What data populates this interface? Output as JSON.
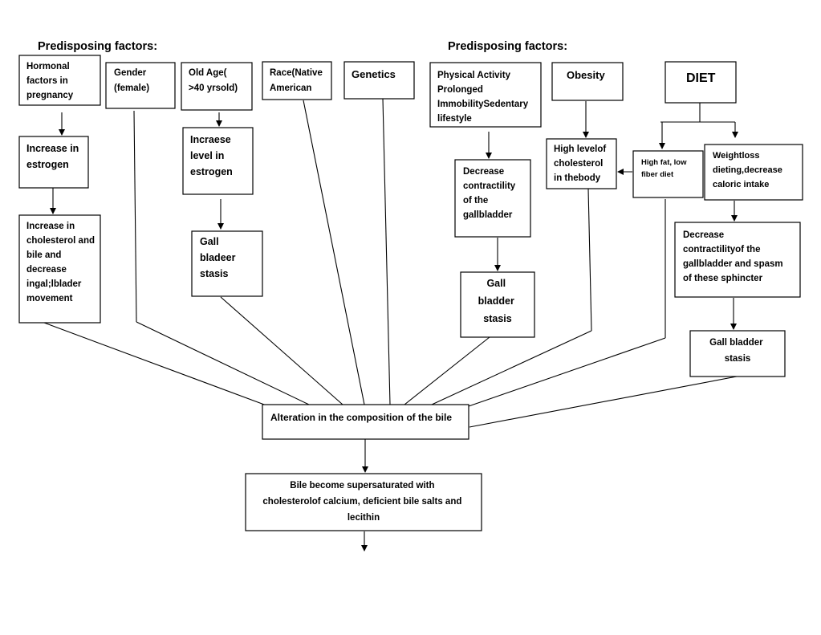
{
  "diagram": {
    "headings": {
      "left": "Predisposing factors:",
      "right": "Predisposing factors:"
    },
    "nodes": {
      "hormonal": [
        "Hormonal",
        "factors in",
        "pregnancy"
      ],
      "gender": [
        "Gender",
        "(female)"
      ],
      "old_age": [
        "Old Age(",
        ">40 yrsold)"
      ],
      "race": [
        "Race(Native",
        "American"
      ],
      "genetics": [
        "Genetics"
      ],
      "physical": [
        "Physical Activity",
        "Prolonged",
        "ImmobilitySedentary",
        "lifestyle"
      ],
      "obesity": [
        "Obesity"
      ],
      "diet": [
        "DIET"
      ],
      "estrogen_increase": [
        "Increase in",
        "estrogen"
      ],
      "estrogen_level": [
        "Incraese",
        "level in",
        "estrogen"
      ],
      "cholesterol_bile": [
        "Increase in",
        "cholesterol and",
        "bile and",
        "decrease",
        "ingal;lblader",
        "movement"
      ],
      "gall_stasis_1": [
        "Gall",
        "bladeer",
        "stasis"
      ],
      "contractility_1": [
        "Decrease",
        "contractility",
        "of the",
        "gallbladder"
      ],
      "gall_stasis_2": [
        "Gall",
        "bladder",
        "stasis"
      ],
      "high_cholesterol": [
        "High levelof",
        "cholesterol",
        "in thebody"
      ],
      "high_fat": [
        "High fat, low",
        "fiber diet"
      ],
      "weightloss": [
        "Weightloss",
        "dieting,decrease",
        "caloric intake"
      ],
      "contractility_2": [
        "Decrease",
        "contractilityof the",
        "gallbladder and spasm",
        "of these sphincter"
      ],
      "gall_stasis_3": [
        "Gall bladder",
        "stasis"
      ],
      "alteration": [
        "Alteration in the composition of the bile"
      ],
      "supersaturated": [
        "Bile become supersaturated with",
        "cholesterolof calcium, deficient bile salts and",
        "lecithin"
      ]
    }
  }
}
